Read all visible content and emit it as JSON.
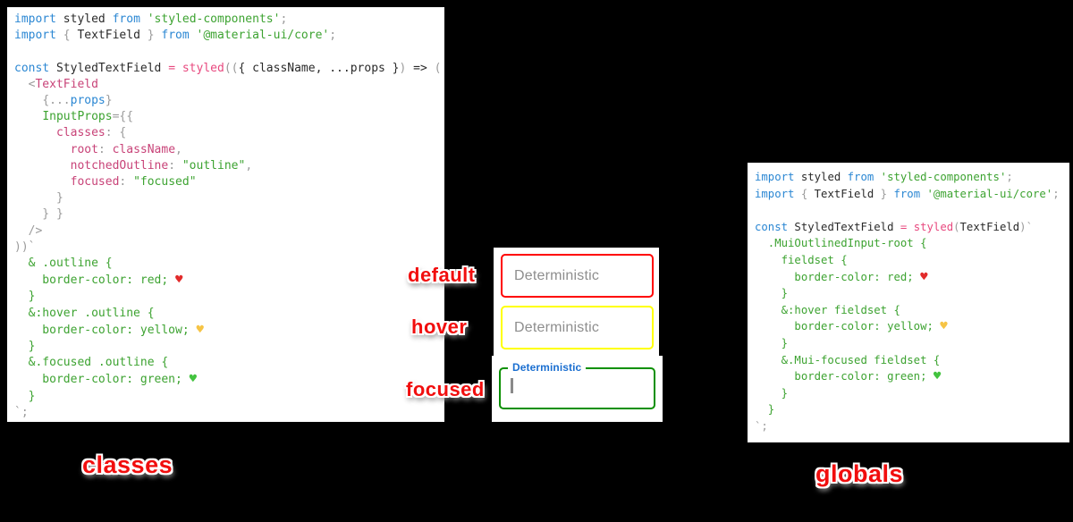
{
  "page": {
    "background": "#000000"
  },
  "syntax_colors": {
    "keyword": "#2b87d3",
    "plain": "#2a2a2a",
    "punctuation": "#9b9b9b",
    "string": "#3da331",
    "css": "#3da331",
    "function_pink": "#e8497f",
    "property_magenta": "#c84378",
    "heart_red": "#e22b2b",
    "heart_yellow": "#f6c445",
    "heart_green": "#43c33f"
  },
  "code_blocks": {
    "left": {
      "lines": [
        [
          [
            "kw",
            "import"
          ],
          [
            "pln",
            " styled "
          ],
          [
            "kw",
            "from"
          ],
          [
            "str",
            " 'styled-components'"
          ],
          [
            "pun",
            ";"
          ]
        ],
        [
          [
            "kw",
            "import"
          ],
          [
            "pun",
            " { "
          ],
          [
            "pln",
            "TextField"
          ],
          [
            "pun",
            " } "
          ],
          [
            "kw",
            "from"
          ],
          [
            "str",
            " '@material-ui/core'"
          ],
          [
            "pun",
            ";"
          ]
        ],
        [],
        [
          [
            "kw",
            "const"
          ],
          [
            "pln",
            " StyledTextField "
          ],
          [
            "pink",
            "="
          ],
          [
            "pln",
            " "
          ],
          [
            "pink",
            "styled"
          ],
          [
            "pun",
            "(("
          ],
          [
            "pln",
            "{ className, ...props }"
          ],
          [
            "pun",
            ")"
          ],
          [
            "pln",
            " => "
          ],
          [
            "pun",
            "("
          ]
        ],
        [
          [
            "pln",
            "  "
          ],
          [
            "pun",
            "<"
          ],
          [
            "mag",
            "TextField"
          ]
        ],
        [
          [
            "pln",
            "    "
          ],
          [
            "pun",
            "{..."
          ],
          [
            "kw",
            "props"
          ],
          [
            "pun",
            "}"
          ]
        ],
        [
          [
            "pln",
            "    "
          ],
          [
            "grn",
            "InputProps"
          ],
          [
            "pun",
            "={{"
          ]
        ],
        [
          [
            "pln",
            "      "
          ],
          [
            "mag",
            "classes"
          ],
          [
            "pun",
            ": {"
          ]
        ],
        [
          [
            "pln",
            "        "
          ],
          [
            "mag",
            "root"
          ],
          [
            "pun",
            ": "
          ],
          [
            "mag",
            "className"
          ],
          [
            "pun",
            ","
          ]
        ],
        [
          [
            "pln",
            "        "
          ],
          [
            "mag",
            "notchedOutline"
          ],
          [
            "pun",
            ": "
          ],
          [
            "str",
            "\"outline\""
          ],
          [
            "pun",
            ","
          ]
        ],
        [
          [
            "pln",
            "        "
          ],
          [
            "mag",
            "focused"
          ],
          [
            "pun",
            ": "
          ],
          [
            "str",
            "\"focused\""
          ]
        ],
        [
          [
            "pun",
            "      }"
          ]
        ],
        [
          [
            "pun",
            "    } }"
          ]
        ],
        [
          [
            "pun",
            "  />"
          ]
        ],
        [
          [
            "pun",
            "))`"
          ]
        ],
        [
          [
            "grn",
            "  & .outline {"
          ]
        ],
        [
          [
            "grn",
            "    border-color: red; "
          ],
          [
            "hr",
            "♥"
          ]
        ],
        [
          [
            "grn",
            "  }"
          ]
        ],
        [
          [
            "grn",
            "  &:hover .outline {"
          ]
        ],
        [
          [
            "grn",
            "    border-color: yellow; "
          ],
          [
            "hy",
            "♥"
          ]
        ],
        [
          [
            "grn",
            "  }"
          ]
        ],
        [
          [
            "grn",
            "  &.focused .outline {"
          ]
        ],
        [
          [
            "grn",
            "    border-color: green; "
          ],
          [
            "hg",
            "♥"
          ]
        ],
        [
          [
            "grn",
            "  }"
          ]
        ],
        [
          [
            "pun",
            "`;"
          ]
        ]
      ]
    },
    "right": {
      "lines": [
        [
          [
            "kw",
            "import"
          ],
          [
            "pln",
            " styled "
          ],
          [
            "kw",
            "from"
          ],
          [
            "str",
            " 'styled-components'"
          ],
          [
            "pun",
            ";"
          ]
        ],
        [
          [
            "kw",
            "import"
          ],
          [
            "pun",
            " { "
          ],
          [
            "pln",
            "TextField"
          ],
          [
            "pun",
            " } "
          ],
          [
            "kw",
            "from"
          ],
          [
            "str",
            " '@material-ui/core'"
          ],
          [
            "pun",
            ";"
          ]
        ],
        [],
        [
          [
            "kw",
            "const"
          ],
          [
            "pln",
            " StyledTextField "
          ],
          [
            "pink",
            "="
          ],
          [
            "pln",
            " "
          ],
          [
            "pink",
            "styled"
          ],
          [
            "pun",
            "("
          ],
          [
            "pln",
            "TextField"
          ],
          [
            "pun",
            ")`"
          ]
        ],
        [
          [
            "grn",
            "  .MuiOutlinedInput-root {"
          ]
        ],
        [
          [
            "grn",
            "    fieldset {"
          ]
        ],
        [
          [
            "grn",
            "      border-color: red; "
          ],
          [
            "hr",
            "♥"
          ]
        ],
        [
          [
            "grn",
            "    }"
          ]
        ],
        [
          [
            "grn",
            "    &:hover fieldset {"
          ]
        ],
        [
          [
            "grn",
            "      border-color: yellow; "
          ],
          [
            "hy",
            "♥"
          ]
        ],
        [
          [
            "grn",
            "    }"
          ]
        ],
        [
          [
            "grn",
            "    &.Mui-focused fieldset {"
          ]
        ],
        [
          [
            "grn",
            "      border-color: green; "
          ],
          [
            "hg",
            "♥"
          ]
        ],
        [
          [
            "grn",
            "    }"
          ]
        ],
        [
          [
            "grn",
            "  }"
          ]
        ],
        [
          [
            "pun",
            "`;"
          ]
        ]
      ]
    }
  },
  "textfields": {
    "default": {
      "placeholder": "Deterministic",
      "border_color": "#ff0000"
    },
    "hover": {
      "placeholder": "Deterministic",
      "border_color": "#ffff00"
    },
    "focused": {
      "label": "Deterministic",
      "value": "",
      "border_color": "#0a9000",
      "label_color": "#1b6fd0",
      "caret_color": "#8a8a8a"
    }
  },
  "annotations": {
    "default": "default",
    "hover": "hover",
    "focused": "focused",
    "left_caption": "classes",
    "right_caption": "globals",
    "text_color": "#f10e0e"
  }
}
